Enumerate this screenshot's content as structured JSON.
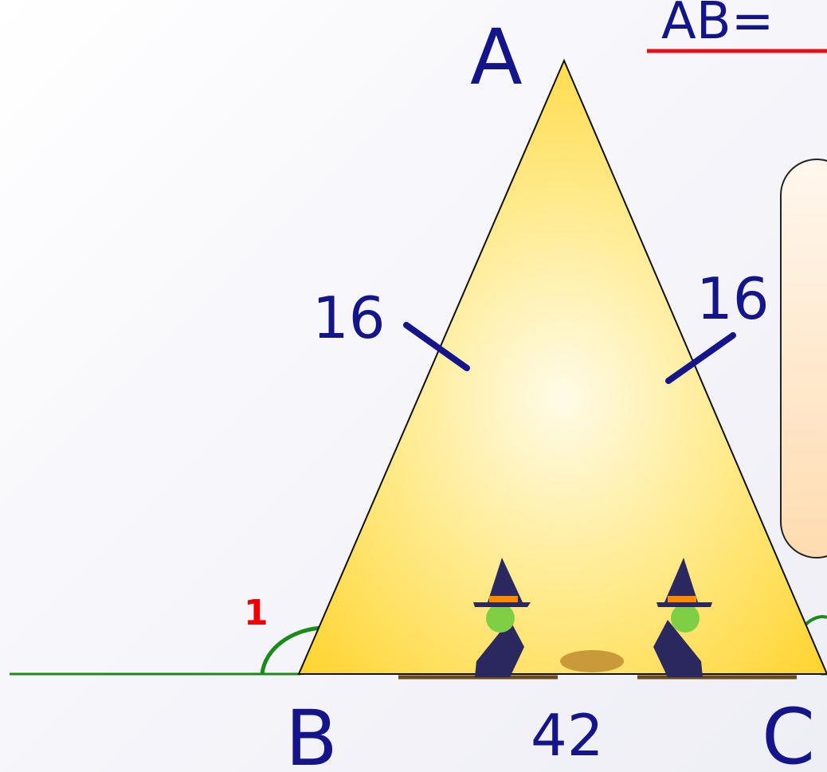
{
  "header": {
    "formula_text": "AB="
  },
  "vertices": {
    "a": "A",
    "b": "B",
    "c": "C"
  },
  "sides": {
    "ab": "16",
    "ac": "16",
    "bc": "42"
  },
  "angles": {
    "angle1": "1"
  },
  "colors": {
    "label": "#15158a",
    "underline": "#e8101a",
    "angle_arc": "#1a8a1a",
    "angle_number": "#ee0000",
    "triangle_center": "#fffbe8",
    "triangle_edge": "#ffd226",
    "hint_box_top": "#fff7ee",
    "hint_box_bottom": "#ffdcb0"
  },
  "decorations": [
    "witch-on-broom-left",
    "witch-on-broom-right",
    "broom-bristles"
  ]
}
